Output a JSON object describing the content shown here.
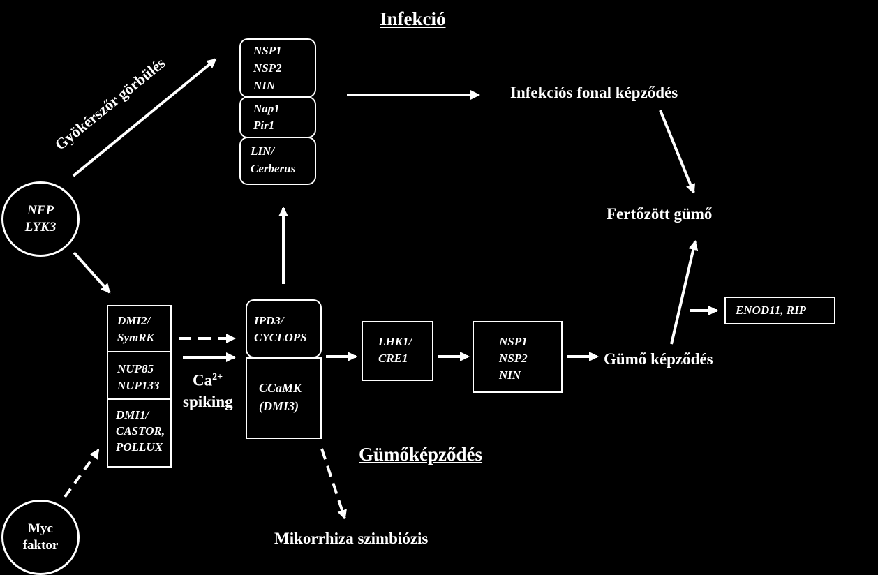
{
  "headings": {
    "infection": "Infekció",
    "nodulation": "Gümőképződés"
  },
  "receptors": {
    "nfp_line1": "NFP",
    "nfp_line2": "LYK3",
    "myc_line1": "Myc",
    "myc_line2": "faktor"
  },
  "left_stack": {
    "box1_line1": "DMI2/",
    "box1_line2": "SymRK",
    "box2_line1": "NUP85",
    "box2_line2": "NUP133",
    "box3_line1": "DMI1/",
    "box3_line2": "CASTOR,",
    "box3_line3": "POLLUX"
  },
  "calcium": {
    "ca": "Ca",
    "sup": "2+",
    "spiking": "spiking"
  },
  "center_stack": {
    "ipd3_line1": "IPD3/",
    "ipd3_line2": "CYCLOPS",
    "ccamk_line1": "CCaMK",
    "ccamk_line2": "(DMI3)"
  },
  "infection_stack": {
    "box1_line1": "NSP1",
    "box1_line2": "NSP2",
    "box1_line3": "NIN",
    "box2_line1": "Nap1",
    "box2_line2": "Pir1",
    "box3_line1": "LIN/",
    "box3_line2": "Cerberus"
  },
  "pathway": {
    "lhk1_line1": "LHK1/",
    "lhk1_line2": "CRE1",
    "nsp_line1": "NSP1",
    "nsp_line2": "NSP2",
    "nsp_line3": "NIN",
    "enod": "ENOD11, RIP"
  },
  "labels": {
    "root_hair": "Gyökérszőr görbülés",
    "infection_thread": "Infekciós fonal képződés",
    "infected_nodule": "Fertőzött gümő",
    "nodule_formation": "Gümő képződés",
    "mycorrhiza": "Mikorrhiza szimbiózis"
  }
}
